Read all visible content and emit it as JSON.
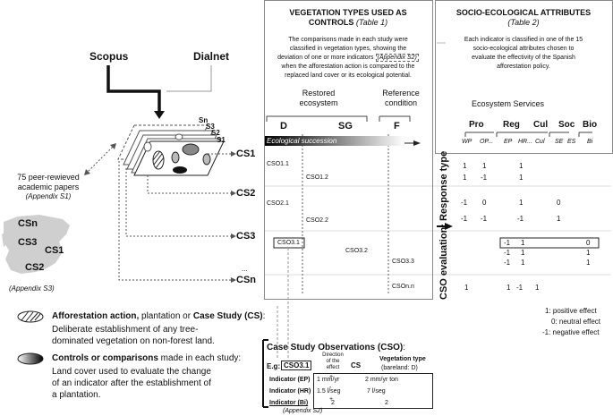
{
  "sources": {
    "scopus": "Scopus",
    "dialnet": "Dialnet"
  },
  "papers": {
    "line1": "75 peer-rewieved",
    "line2": "academic papers",
    "appendix": "(Appendix S1)"
  },
  "map": {
    "labels": [
      "CSn",
      "CS3",
      "CS1",
      "CS2"
    ],
    "appendix": "(Appendix S3)"
  },
  "stack": {
    "labels": [
      "Sn",
      "S3",
      "S2",
      "S1"
    ]
  },
  "cs_rows": [
    "CS1",
    "CS2",
    "CS3",
    "...",
    "CSn"
  ],
  "vegetation": {
    "title": "VEGETATION TYPES USED AS",
    "title2": "CONTROLS",
    "title_ref": "(Table 1)",
    "desc1": "The comparisons made in each study were",
    "desc2": "classified in vegetation types, showing the",
    "desc3": "deviation of one or more indicators",
    "desc3_ref": "(Appendix S2)",
    "desc4": "when the afforestation action is compared to the",
    "desc5": "replaced land cover or its ecological potential.",
    "restored1": "Restored",
    "restored2": "ecosystem",
    "reference1": "Reference",
    "reference2": "condition",
    "col_d": "D",
    "col_sg": "SG",
    "col_f": "F",
    "succession": "Ecological succession"
  },
  "cso_codes": [
    "CSO1.1",
    "CSO1.2",
    "CSO2.1",
    "CSO2.2",
    "CSO3.1",
    "CSO3.2",
    "CSO3.3",
    "CSOn.n"
  ],
  "socio": {
    "title": "SOCIO-ECOLOGICAL ATTRIBUTES",
    "title_ref": "(Table 2)",
    "desc1": "Each indicator is classified in one of the 15",
    "desc2": "socio-ecological attributes chosen to",
    "desc3": "evaluate the effectivity of the Spanish",
    "desc4": "afforestation policy.",
    "ecosystem_services": "Ecosystem Services",
    "groups": [
      "Pro",
      "Reg",
      "Cul",
      "Soc",
      "Bio"
    ],
    "subs": [
      "WP",
      "OP...",
      "EP",
      "HR...",
      "Cul",
      "SE",
      "ES",
      "Bi"
    ]
  },
  "response_label": "CSO evaluation: Response type",
  "effects": [
    "1: positive effect",
    "0: neutral effect",
    "-1: negative effect"
  ],
  "legend": {
    "afforestation_bold1": "Afforestation action,",
    "afforestation_mid": " plantation or ",
    "afforestation_bold2": "Case Study (CS)",
    "afforestation_end": ":",
    "afforestation_desc1": "Deliberate establishment of any tree-",
    "afforestation_desc2": "dominated vegetation on non-forest land.",
    "controls_bold": "Controls or comparisons",
    "controls_end": " made in each study:",
    "controls_desc1": "Land cover used to evaluate the change",
    "controls_desc2": "of an indicator after the establishment of",
    "controls_desc3": "a plantation."
  },
  "cso_box": {
    "title": "Case Study Observations (CSO)",
    "title_end": ":",
    "eg": "E.g:",
    "eg_code": "CSO3.1",
    "direction1": "Direction",
    "direction2": "of the",
    "direction3": "effect",
    "cs_header": "CS",
    "veg_header1": "Vegetation type",
    "veg_header2": "(bareland: D)",
    "rows": [
      {
        "label": "Indicator (EP)",
        "dir": "+",
        "cs": "1 mm/yr",
        "veg": "2 mm/yr ton"
      },
      {
        "label": "Indicator (HR)",
        "dir": "-",
        "cs": "1.5 l/seg",
        "veg": "7 l/seg"
      },
      {
        "label": "Indicator (Bi)",
        "dir": "+",
        "cs": "2",
        "veg": "2"
      }
    ],
    "appendix": "(Appendix S2)"
  },
  "colors": {
    "line": "#999999",
    "dark": "#111111",
    "gray": "#cfcfcf"
  }
}
